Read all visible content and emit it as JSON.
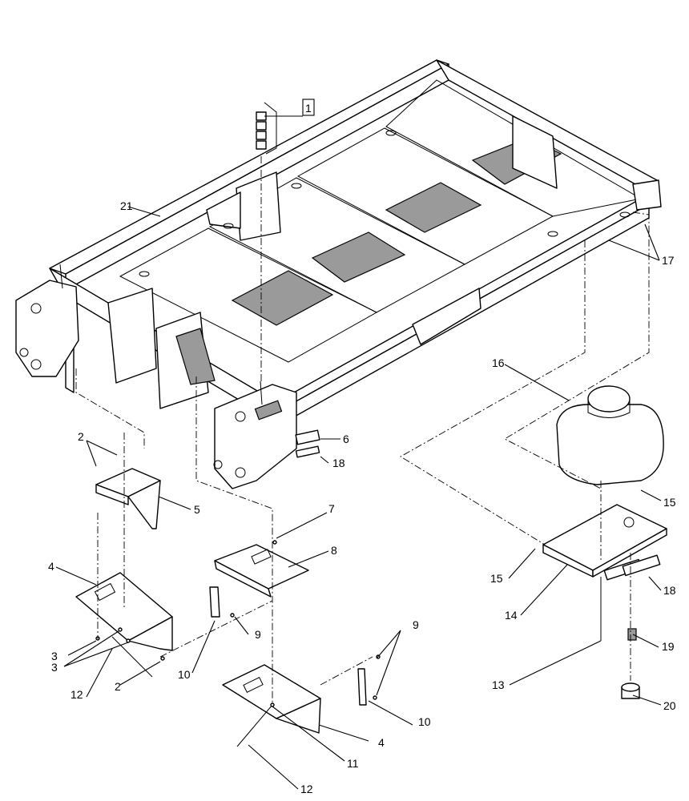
{
  "callouts": {
    "c1": "1",
    "c2a": "2",
    "c2b": "2",
    "c3a": "3",
    "c3b": "3",
    "c4a": "4",
    "c4b": "4",
    "c5": "5",
    "c6": "6",
    "c7": "7",
    "c8": "8",
    "c9a": "9",
    "c9b": "9",
    "c10a": "10",
    "c10b": "10",
    "c11": "11",
    "c12a": "12",
    "c12b": "12",
    "c13": "13",
    "c14": "14",
    "c15a": "15",
    "c15b": "15",
    "c16": "16",
    "c17": "17",
    "c18a": "18",
    "c18b": "18",
    "c19": "19",
    "c20": "20",
    "c21": "21"
  }
}
